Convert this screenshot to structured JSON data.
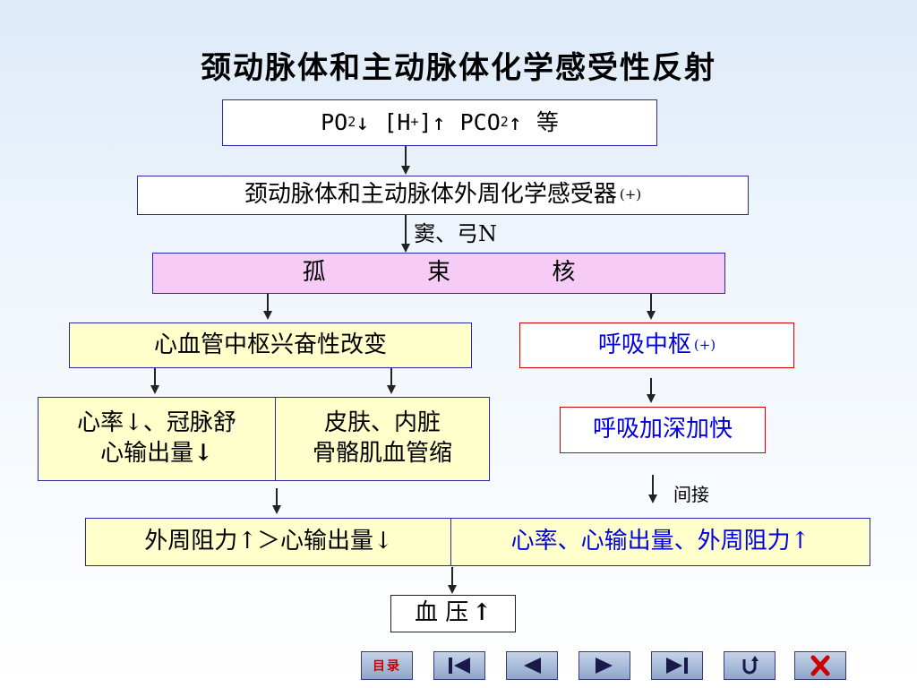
{
  "title": "颈动脉体和主动脉体化学感受性反射",
  "stimulus": {
    "po2": "PO",
    "po2_sub": "2",
    "down1": "↓",
    "h": "[H",
    "h_sup": "+",
    "h_close": "]",
    "up1": "↑",
    "pco2": "PCO",
    "pco2_sub": "2",
    "up2": "↑",
    "etc": "等"
  },
  "receptor": {
    "text": "颈动脉体和主动脉体外周化学感受器",
    "sup": "(+)"
  },
  "nerve_label": "窦、弓N",
  "nucleus": {
    "c1": "孤",
    "c2": "束",
    "c3": "核"
  },
  "cardio_center": "心血管中枢兴奋性改变",
  "resp_center": {
    "text": "呼吸中枢",
    "sup": "(+)"
  },
  "heart_box": {
    "line1": "心率↓、冠脉舒",
    "line2": "心输出量",
    "arrow": "↓"
  },
  "vessel_box": {
    "line1": "皮肤、内脏",
    "line2": "骨骼肌血管缩"
  },
  "resp_effect": "呼吸加深加快",
  "indirect_label": "间接",
  "result_left": "外周阻力↑＞心输出量↓",
  "result_right": "心率、心输出量、外周阻力↑",
  "bp": {
    "text": "血 压",
    "arrow": "↑"
  },
  "nav": {
    "menu_label": "目录",
    "first_icon": "first-page-icon",
    "prev_icon": "previous-page-icon",
    "next_icon": "next-page-icon",
    "last_icon": "last-page-icon",
    "return_icon": "return-icon",
    "exit_icon": "exit-icon"
  }
}
